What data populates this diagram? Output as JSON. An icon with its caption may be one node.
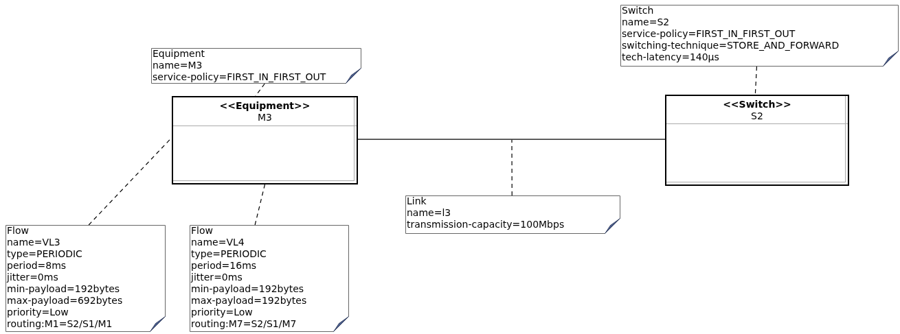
{
  "diagram": {
    "nodes": [
      {
        "text": [
          "Equipment",
          "name=M3",
          "service-policy=FIRST_IN_FIRST_OUT"
        ]
      },
      {
        "text": [
          "Switch",
          "name=S2",
          "service-policy=FIRST_IN_FIRST_OUT",
          "switching-technique=STORE_AND_FORWARD",
          "tech-latency=140µs"
        ]
      },
      {
        "text": [
          "<<Equipment>>",
          "M3"
        ]
      },
      {
        "text": [
          "<<Switch>>",
          "S2"
        ]
      },
      {
        "text": [
          "Link",
          "name=l3",
          "transmission-capacity=100Mbps"
        ]
      },
      {
        "text": [
          "Flow",
          "name=VL3",
          "type=PERIODIC",
          "period=8ms",
          "jitter=0ms",
          "min-payload=192bytes",
          "max-payload=692bytes",
          "priority=Low",
          "routing:M1=S2/S1/M1"
        ]
      },
      {
        "text": [
          "Flow",
          "name=VL4",
          "type=PERIODIC",
          "period=16ms",
          "jitter=0ms",
          "min-payload=192bytes",
          "max-payload=192bytes",
          "priority=Low",
          "routing:M7=S2/S1/M7"
        ]
      }
    ],
    "edges": [
      {
        "from": 0,
        "to": 2,
        "arrow": "none",
        "style": "dashed"
      },
      {
        "from": 1,
        "to": 3,
        "arrow": "none",
        "style": "dashed"
      },
      {
        "from": 2,
        "to": 3,
        "arrow": "none"
      },
      {
        "from": 4,
        "to": null,
        "arrow": "none",
        "style": "dashed"
      },
      {
        "from": 5,
        "to": 2,
        "arrow": "none",
        "style": "dashed"
      },
      {
        "from": 6,
        "to": 2,
        "arrow": "none",
        "style": "dashed"
      }
    ]
  }
}
